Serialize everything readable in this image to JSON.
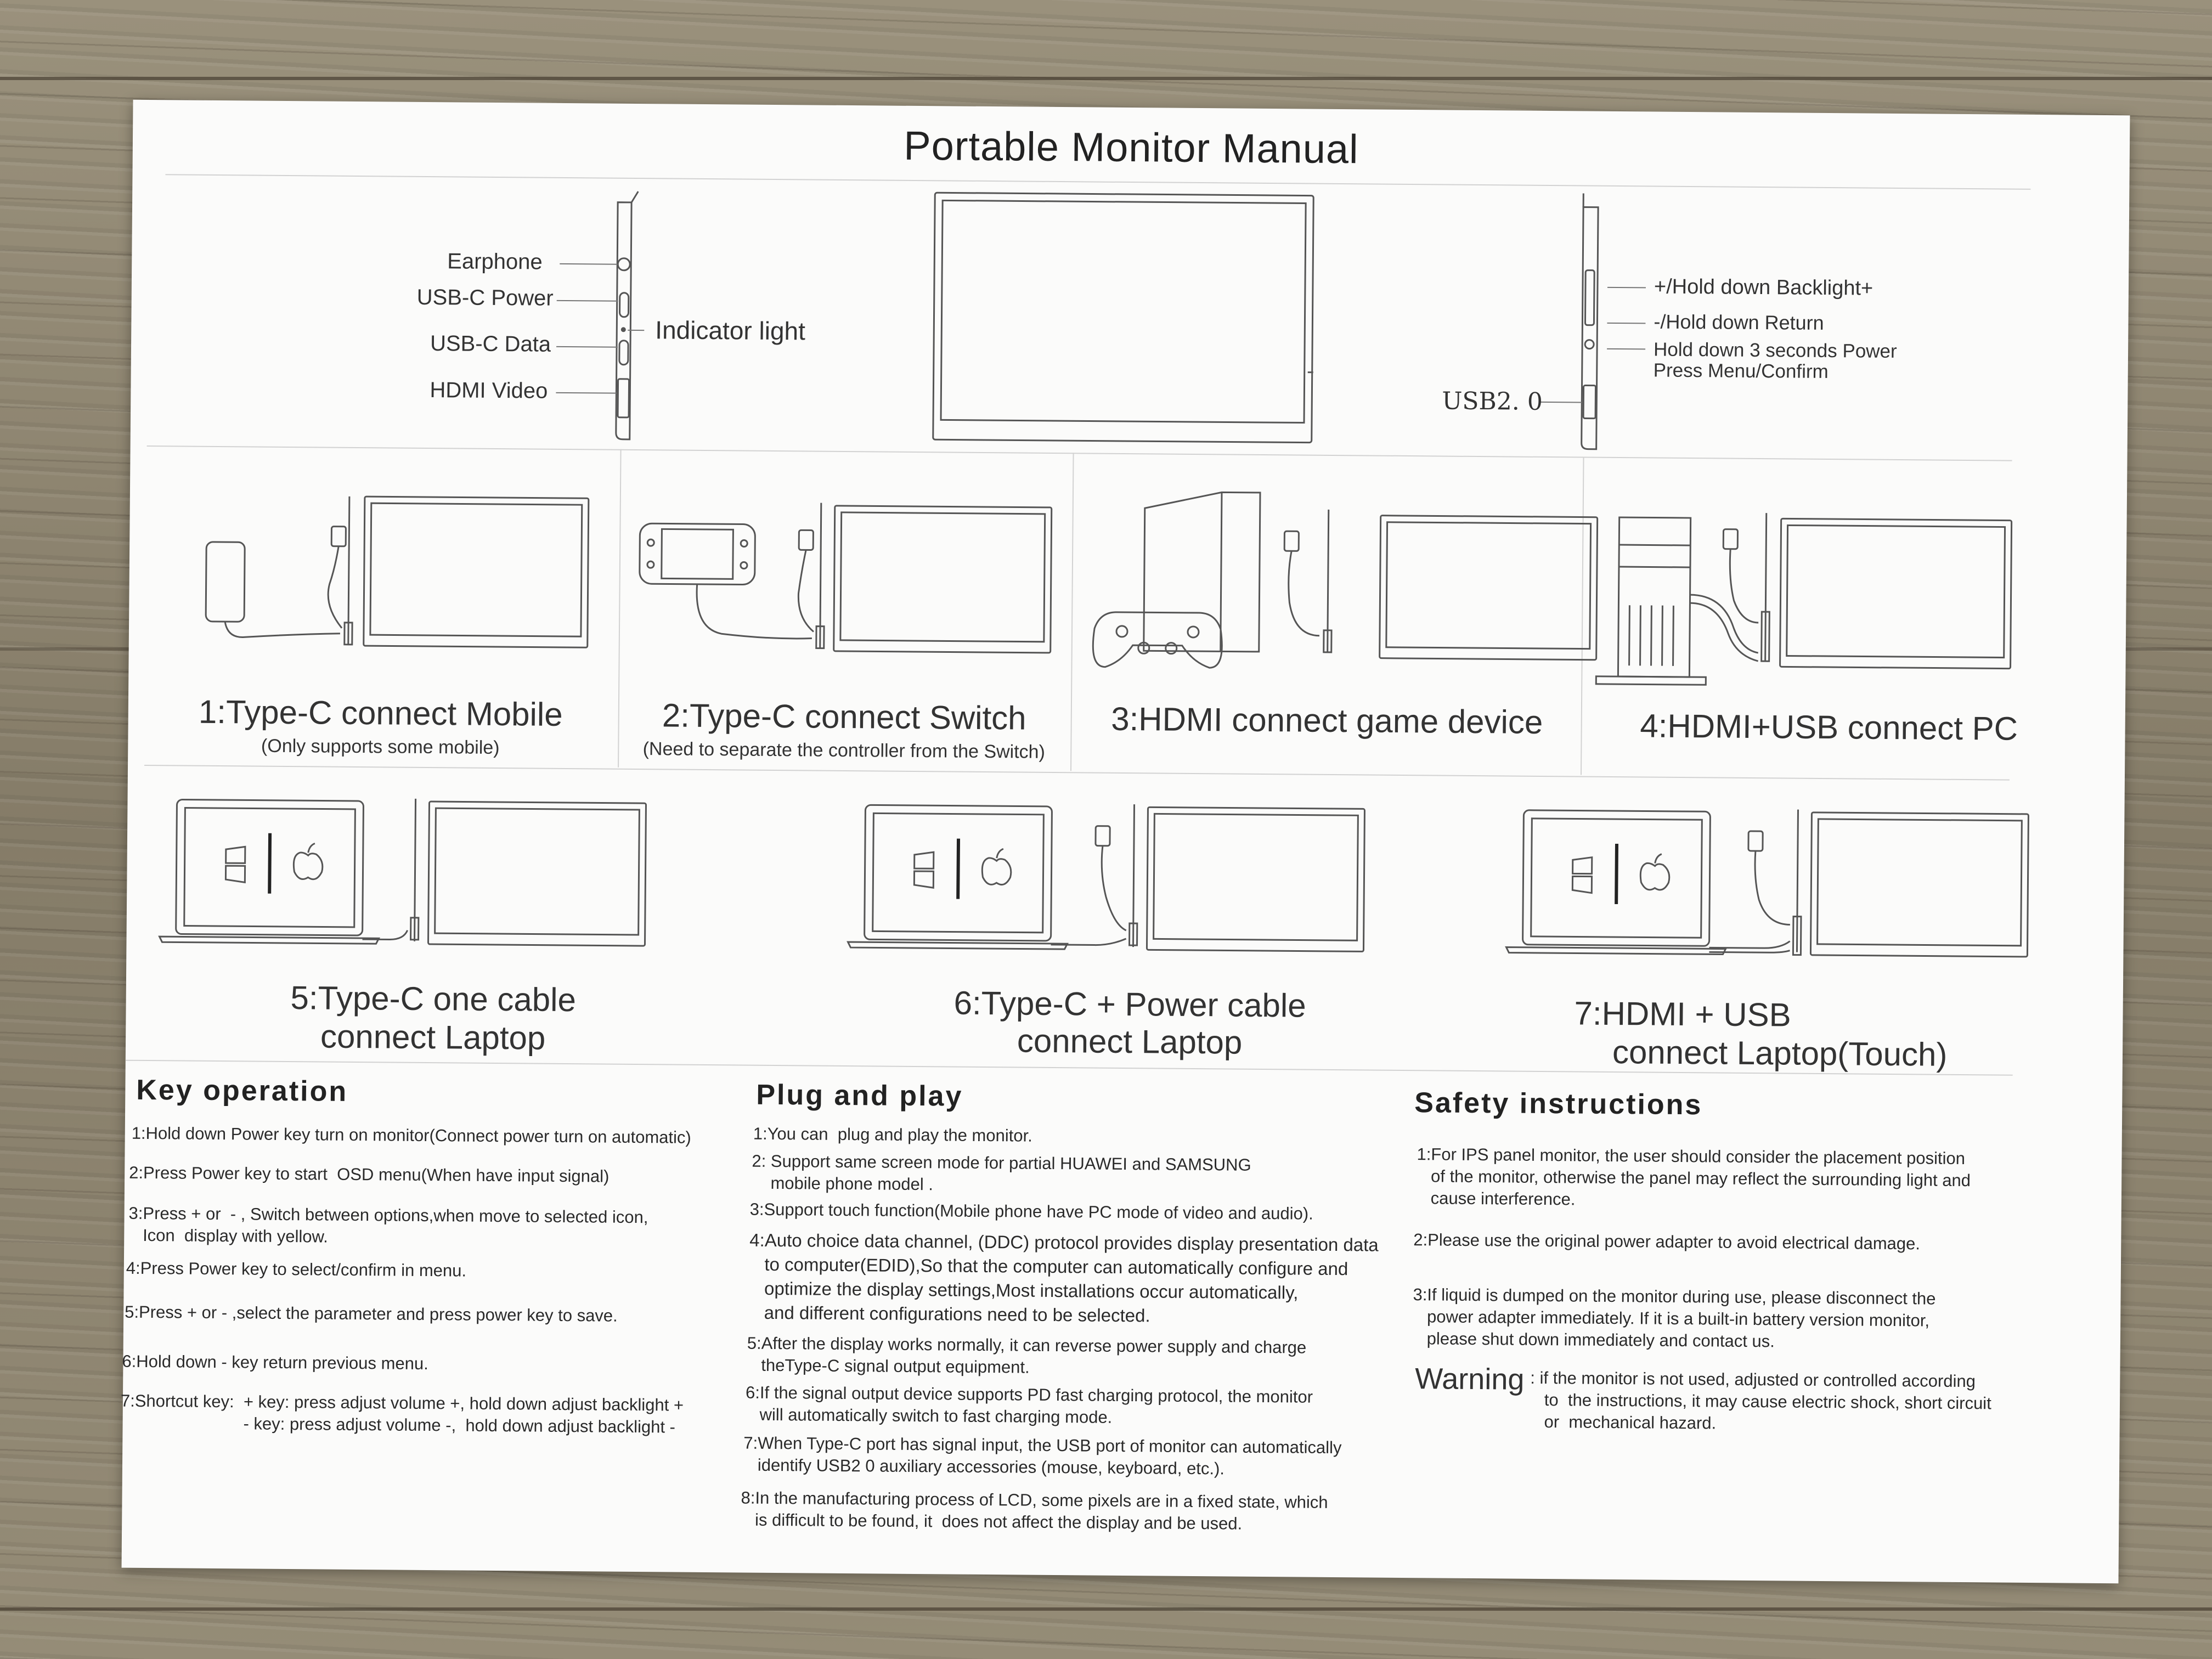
{
  "title": "Portable Monitor Manual",
  "ports_left": [
    "Earphone",
    "USB-C Power",
    "USB-C Data",
    "HDMI Video"
  ],
  "indicator_label": "Indicator light",
  "buttons_right": {
    "plus": "+/Hold down Backlight+",
    "minus": "-/Hold down Return",
    "power_line1": "Hold down 3 seconds Power",
    "power_line2": "Press Menu/Confirm",
    "usb": "USB2. 0"
  },
  "connections": [
    {
      "title": "1:Type-C  connect  Mobile",
      "note": "(Only supports some mobile)"
    },
    {
      "title": "2:Type-C  connect  Switch",
      "note": "(Need to separate the controller from the Switch)"
    },
    {
      "title": "3:HDMI  connect game device",
      "note": ""
    },
    {
      "title": "4:HDMI+USB connect PC",
      "note": ""
    }
  ],
  "laptop_connections": [
    {
      "line1": "5:Type-C one cable",
      "line2": "connect Laptop"
    },
    {
      "line1": "6:Type-C + Power cable",
      "line2": "connect Laptop"
    },
    {
      "line1": "7:HDMI + USB",
      "line2": "connect Laptop(Touch)"
    }
  ],
  "key_operation": {
    "heading": "Key operation",
    "items": [
      "1:Hold down Power key turn on monitor(Connect power turn on automatic)",
      "2:Press Power key to start  OSD menu(When have input signal)",
      "3:Press + or  - , Switch between options,when move to selected icon,\n   Icon  display with yellow.",
      "4:Press Power key to select/confirm in menu.",
      "5:Press + or - ,select the parameter and press power key to save.",
      "6:Hold down - key return previous menu.",
      "7:Shortcut key:  + key: press adjust volume +, hold down adjust backlight +\n                          - key: press adjust volume -,  hold down adjust backlight -"
    ]
  },
  "plug_and_play": {
    "heading": "Plug and play",
    "items": [
      "1:You can  plug and play the monitor.",
      "2: Support same screen mode for partial HUAWEI and SAMSUNG\n    mobile phone model .",
      "3:Support touch function(Mobile phone have PC mode of video and audio).",
      "4:Auto choice data channel, (DDC) protocol provides display presentation data\n   to computer(EDID),So that the computer can automatically configure and\n   optimize the display settings,Most installations occur automatically,\n   and different configurations need to be selected.",
      "5:After the display works normally, it can reverse power supply and charge\n   theType-C signal output equipment.",
      "6:If the signal output device supports PD fast charging protocol, the monitor\n   will automatically switch to fast charging mode.",
      "7:When Type-C port has signal input, the USB port of monitor can automatically\n   identify USB2 0 auxiliary accessories (mouse, keyboard, etc.).",
      "8:In the manufacturing process of LCD, some pixels are in a fixed state, which\n   is difficult to be found, it  does not affect the display and be used."
    ]
  },
  "safety": {
    "heading": "Safety instructions",
    "items": [
      "1:For IPS panel monitor, the user should consider the placement position\n   of the monitor, otherwise the panel may reflect the surrounding light and\n   cause interference.",
      "2:Please use the original power adapter to avoid electrical damage.",
      "3:If liquid is dumped on the monitor during use, please disconnect the\n   power adapter immediately. If it is a built-in battery version monitor,\n   please shut down immediately and contact us."
    ],
    "warning_label": "Warning",
    "warning_text": ": if the monitor is not used, adjusted or controlled according\n   to  the instructions, it may cause electric shock, short circuit\n   or  mechanical hazard."
  },
  "colors": {
    "paper": "#fbfbfa",
    "ink": "#222222",
    "line_art": "#555555",
    "divider": "#d2d2d2"
  },
  "icons": [
    "windows-logo-icon",
    "apple-logo-icon"
  ]
}
